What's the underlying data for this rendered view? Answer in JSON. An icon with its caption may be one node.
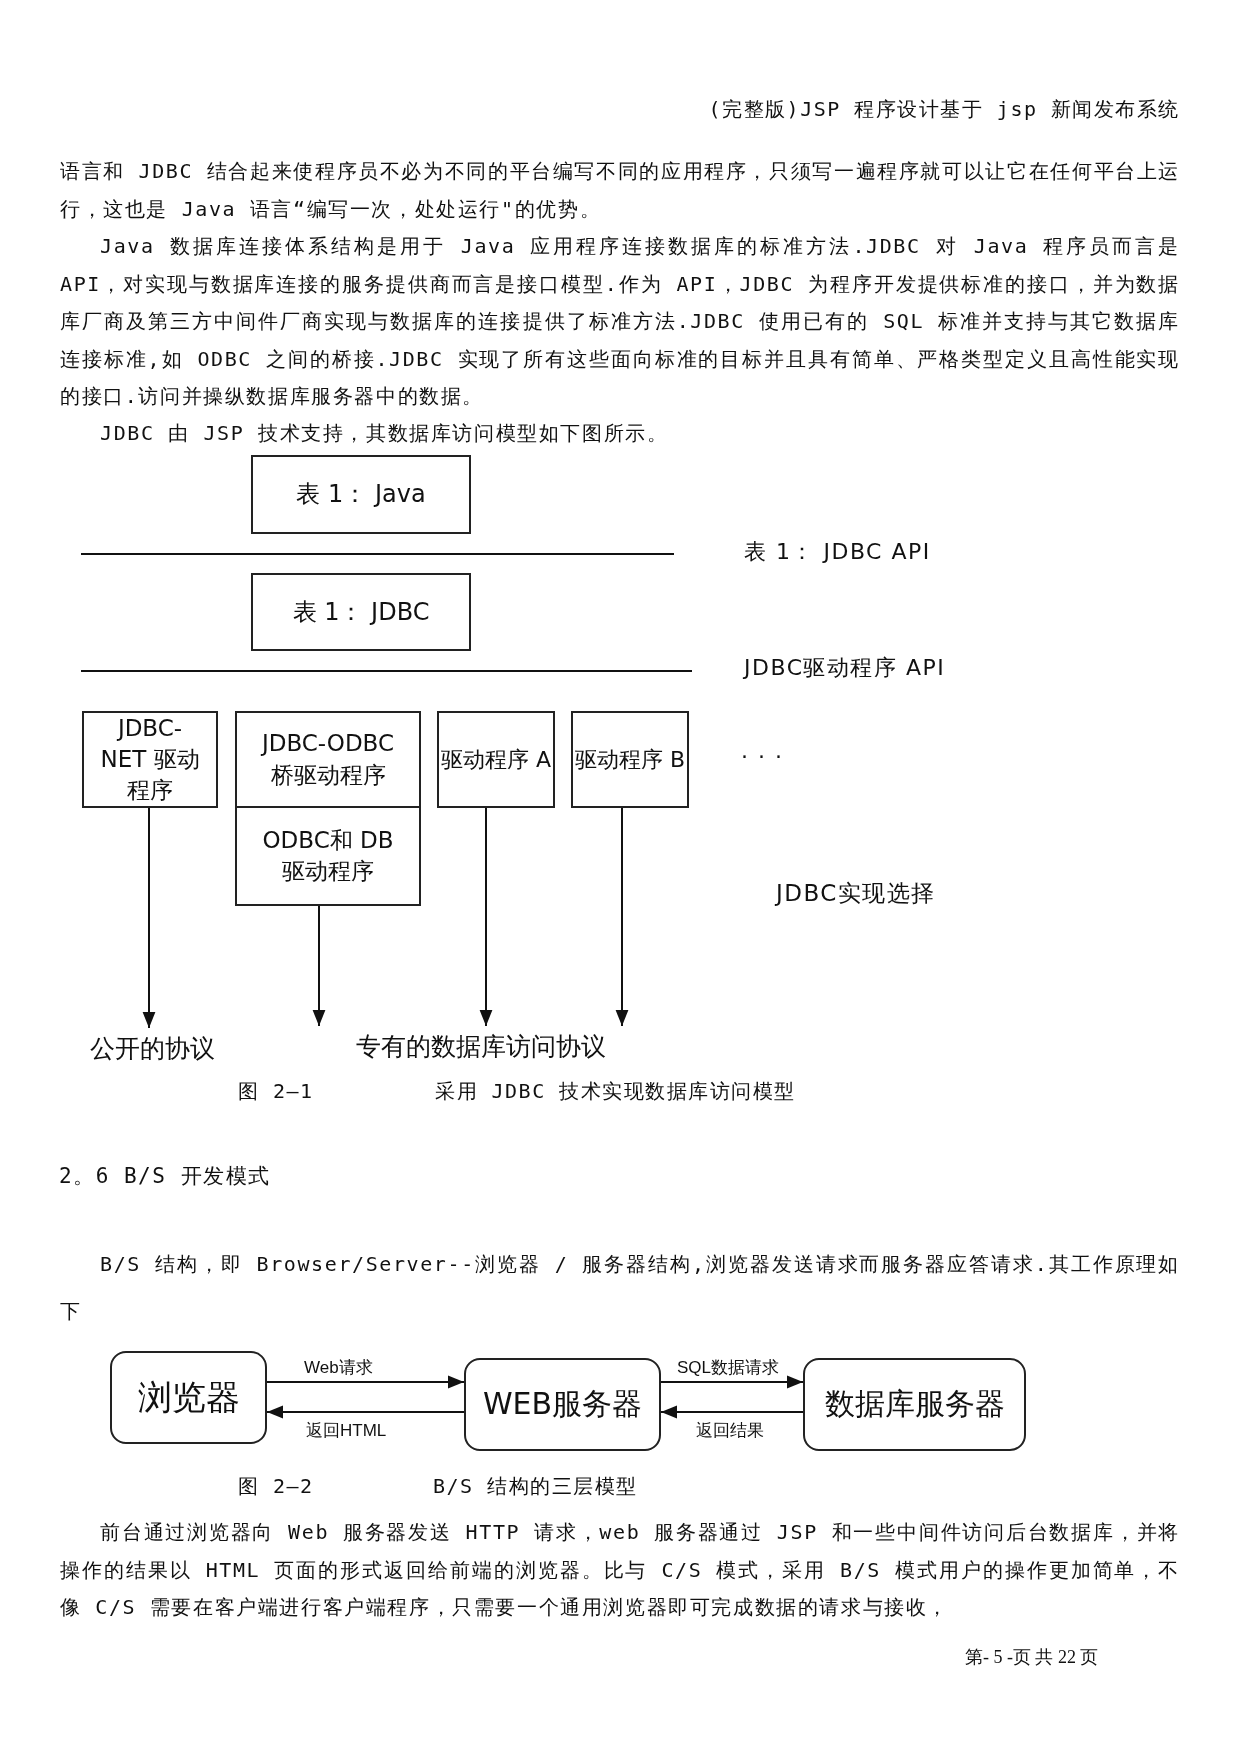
{
  "diagram": {
    "nodes": [
      {
        "text": [
          "表 1： Java"
        ]
      },
      {
        "text": [
          "表 1： JDBC"
        ]
      },
      {
        "text": [
          "JDBC-NET 驱动程序"
        ]
      },
      {
        "text": [
          "JDBC-ODBC 桥驱动程序"
        ]
      },
      {
        "text": [
          "ODBC和 DB 驱动程序"
        ]
      },
      {
        "text": [
          "驱动程序 A"
        ]
      },
      {
        "text": [
          "驱动程序 B"
        ]
      },
      {
        "text": [
          "公开的协议"
        ]
      },
      {
        "text": [
          "专有的数据库访问协议"
        ]
      },
      {
        "text": [
          "浏览器"
        ]
      },
      {
        "text": [
          "WEB服务器"
        ]
      },
      {
        "text": [
          "数据库服务器"
        ]
      }
    ],
    "edges": [
      {
        "from": 2,
        "to": 7,
        "arrow": "to"
      },
      {
        "from": 4,
        "to": 8,
        "arrow": "to"
      },
      {
        "from": 5,
        "to": 8,
        "arrow": "to"
      },
      {
        "from": 6,
        "to": 8,
        "arrow": "to"
      },
      {
        "from": 9,
        "to": 10,
        "arrow": "to",
        "label": "Web请求"
      },
      {
        "from": 10,
        "to": 9,
        "arrow": "to",
        "label": "返回HTML"
      },
      {
        "from": 10,
        "to": 11,
        "arrow": "to",
        "label": "SQL数据请求"
      },
      {
        "from": 11,
        "to": 10,
        "arrow": "to",
        "label": "返回结果"
      }
    ],
    "labels": [
      "(完整版)JSP 程序设计基于 jsp 新闻发布系统",
      "语言和 JDBC 结合起来使程序员不必为不同的平台编写不同的应用程序，只须写一遍程序就可以让它在任何平台上运行，这也是 Java 语言“编写一次，处处运行\"的优势。",
      "Java 数据库连接体系结构是用于 Java 应用程序连接数据库的标准方法.JDBC 对 Java 程序员而言是 API，对实现与数据库连接的服务提供商而言是接口模型.作为 API，JDBC 为程序开发提供标准的接口，并为数据库厂商及第三方中间件厂商实现与数据库的连接提供了标准方法.JDBC 使用已有的 SQL 标准并支持与其它数据库连接标准,如 ODBC 之间的桥接.JDBC 实现了所有这些面向标准的目标并且具有简单、严格类型定义且高性能实现的接口.访问并操纵数据库服务器中的数据。",
      "JDBC 由 JSP 技术支持，其数据库访问模型如下图所示。",
      "表 1： JDBC API",
      "JDBC驱动程序 API",
      "· · ·",
      "JDBC实现选择",
      "图 2—1",
      "采用 JDBC 技术实现数据库访问模型",
      "2。6  B/S 开发模式",
      "B/S 结构，即 Browser/Server--浏览器 / 服务器结构,浏览器发送请求而服务器应答请求.其工作原理如下",
      "图 2—2",
      "B/S 结构的三层模型",
      "前台通过浏览器向 Web 服务器发送 HTTP 请求，web 服务器通过 JSP 和一些中间件访问后台数据库，并将操作的结果以 HTML 页面的形式返回给前端的浏览器。比与 C/S 模式，采用 B/S 模式用户的操作更加简单，不像 C/S 需要在客户端进行客户端程序，只需要一个通用浏览器即可完成数据的请求与接收，",
      "第- 5 -页  共 22 页"
    ]
  }
}
